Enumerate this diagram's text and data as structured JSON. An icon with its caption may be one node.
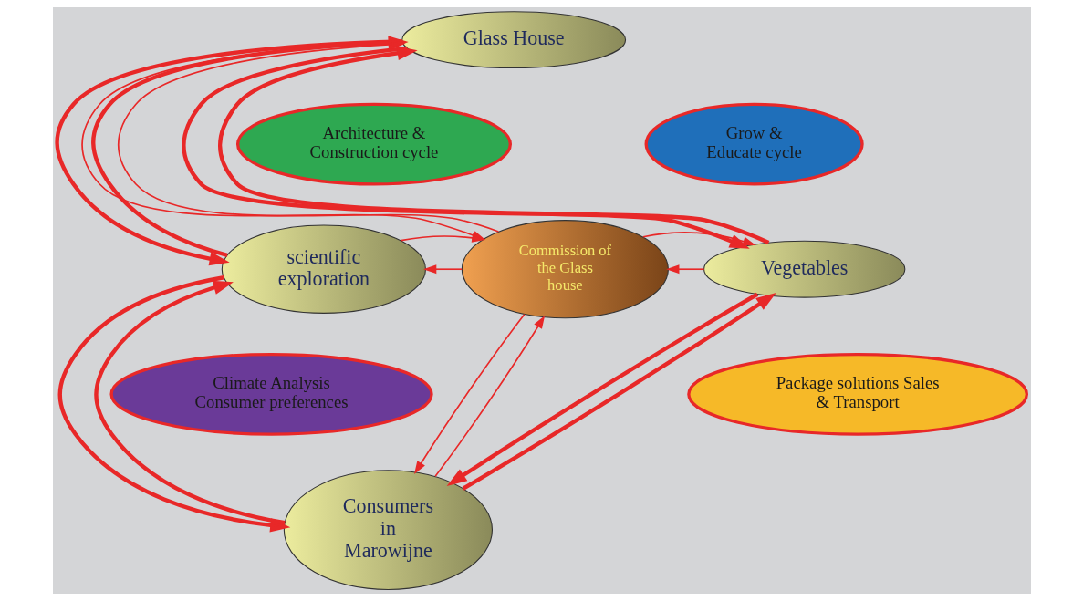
{
  "diagram": {
    "nodes": [
      {
        "text": [
          "Glass House"
        ]
      },
      {
        "text": [
          "scientific exploration"
        ]
      },
      {
        "text": [
          "Commission of the Glass house"
        ]
      },
      {
        "text": [
          "Vegetables"
        ]
      },
      {
        "text": [
          "Consumers in Marowijne"
        ]
      },
      {
        "text": [
          "Architecture & Construction cycle"
        ]
      },
      {
        "text": [
          "Grow & Educate cycle"
        ]
      },
      {
        "text": [
          "Climate Analysis Consumer preferences"
        ]
      },
      {
        "text": [
          "Package solutions Sales & Transport"
        ]
      }
    ],
    "edges": [
      {
        "from": 1,
        "to": 0,
        "arrow": "to",
        "style": "thick"
      },
      {
        "from": 0,
        "to": 1,
        "arrow": "to",
        "style": "thick"
      },
      {
        "from": 3,
        "to": 0,
        "arrow": "to",
        "style": "thick"
      },
      {
        "from": 0,
        "to": 3,
        "arrow": "to",
        "style": "thick"
      },
      {
        "from": 4,
        "to": 1,
        "arrow": "to",
        "style": "thick"
      },
      {
        "from": 1,
        "to": 4,
        "arrow": "to",
        "style": "thick"
      },
      {
        "from": 4,
        "to": 3,
        "arrow": "to",
        "style": "thick"
      },
      {
        "from": 3,
        "to": 4,
        "arrow": "to",
        "style": "thick"
      },
      {
        "from": 2,
        "to": 0,
        "arrow": "to"
      },
      {
        "from": 0,
        "to": 2,
        "arrow": "to"
      },
      {
        "from": 2,
        "to": 1,
        "arrow": "to"
      },
      {
        "from": 1,
        "to": 2,
        "arrow": "to"
      },
      {
        "from": 3,
        "to": 2,
        "arrow": "to"
      },
      {
        "from": 2,
        "to": 3,
        "arrow": "to"
      },
      {
        "from": 4,
        "to": 2,
        "arrow": "to"
      },
      {
        "from": 2,
        "to": 4,
        "arrow": "to"
      }
    ]
  }
}
